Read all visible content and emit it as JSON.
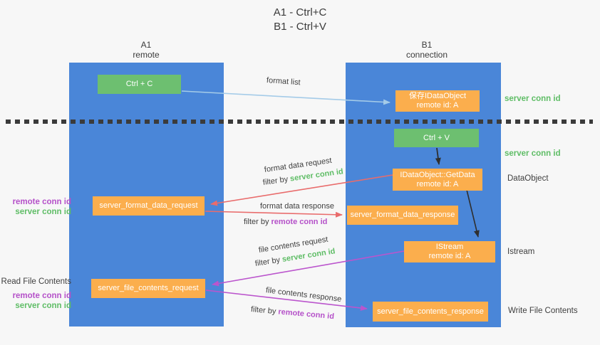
{
  "title": {
    "line1": "A1 - Ctrl+C",
    "line2": "B1 - Ctrl+V"
  },
  "lanes": {
    "left": {
      "name": "A1",
      "subtitle": "remote"
    },
    "right": {
      "name": "B1",
      "subtitle": "connection"
    }
  },
  "nodes": {
    "ctrl_c": "Ctrl + C",
    "ctrl_v": "Ctrl + V",
    "save_dataobject": {
      "line1": "保存IDataObject",
      "line2": "remote id: A"
    },
    "getdata": {
      "line1": "IDataObject::GetData",
      "line2": "remote id: A"
    },
    "istream": {
      "line1": "IStream",
      "line2": "remote id: A"
    },
    "format_request": "server_format_data_request",
    "format_response": "server_format_data_response",
    "file_request": "server_file_contents_request",
    "file_response": "server_file_contents_response"
  },
  "edge_labels": {
    "format_list": "format list",
    "format_request": "format data request",
    "format_request_filter": {
      "prefix": "filter by ",
      "term": "server conn id"
    },
    "format_response": "format data response",
    "format_response_filter": {
      "prefix": "filter by ",
      "term": "remote conn id"
    },
    "file_request": "file contents request",
    "file_request_filter": {
      "prefix": "filter by ",
      "term": "server conn id"
    },
    "file_response": "file contents response",
    "file_response_filter": {
      "prefix": "filter by ",
      "term": "remote conn id"
    }
  },
  "annotations": {
    "right_top_server_conn": "server conn id",
    "right_mid_server_conn": "server conn id",
    "right_dataobject": "DataObject",
    "right_istream": "Istream",
    "right_write_file": "Write File Contents",
    "left_fmt_remote_conn": "remote conn id",
    "left_fmt_server_conn": "server conn id",
    "left_read_file": "Read File Contents",
    "left_file_remote_conn": "remote conn id",
    "left_file_server_conn": "server conn id"
  },
  "colors": {
    "background": "#f7f7f7",
    "lane_blue": "#4a86d8",
    "node_green": "#6dbf70",
    "node_orange": "#fbae4d",
    "arrow_blue": "#a4cbe8",
    "arrow_red": "#e96c6c",
    "arrow_purple": "#bb55cd",
    "arrow_black": "#2f2f2f",
    "text_green": "#5fbd66",
    "text_purple": "#b551c9",
    "text_dark": "#3f3f3f"
  }
}
